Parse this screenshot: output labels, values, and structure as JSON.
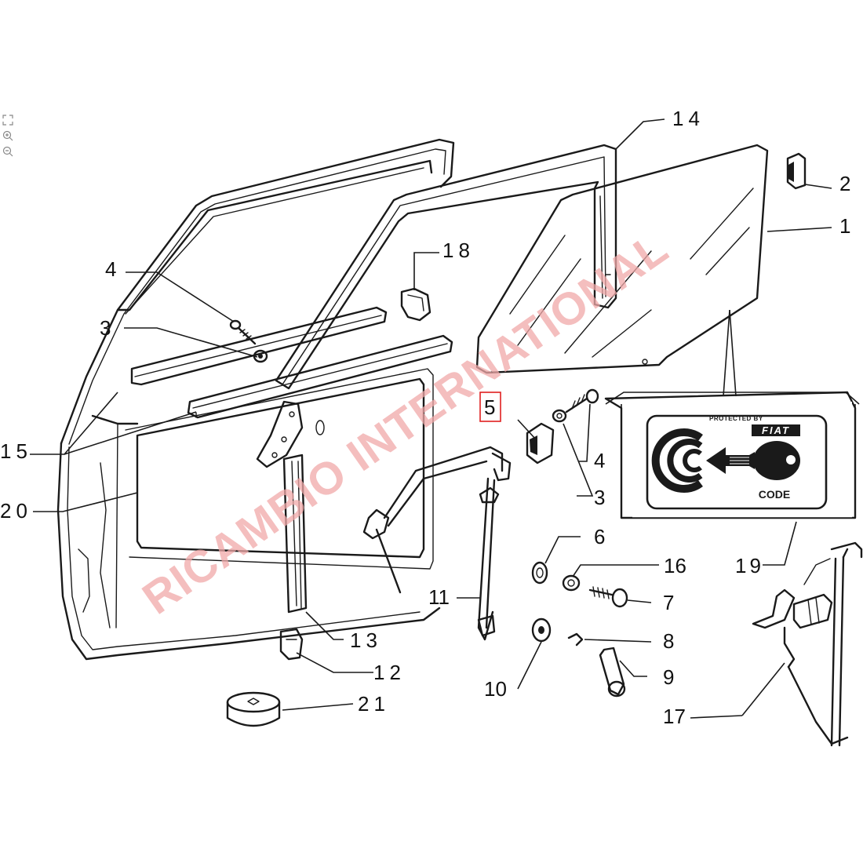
{
  "diagram": {
    "callouts": [
      {
        "id": "c1",
        "label": "1"
      },
      {
        "id": "c2",
        "label": "2"
      },
      {
        "id": "c3a",
        "label": "3"
      },
      {
        "id": "c3b",
        "label": "3"
      },
      {
        "id": "c4a",
        "label": "4"
      },
      {
        "id": "c4b",
        "label": "4"
      },
      {
        "id": "c5",
        "label": "5"
      },
      {
        "id": "c6",
        "label": "6"
      },
      {
        "id": "c7",
        "label": "7"
      },
      {
        "id": "c8",
        "label": "8"
      },
      {
        "id": "c9",
        "label": "9"
      },
      {
        "id": "c10",
        "label": "10"
      },
      {
        "id": "c11",
        "label": "11"
      },
      {
        "id": "c12",
        "label": "12"
      },
      {
        "id": "c13",
        "label": "13"
      },
      {
        "id": "c14",
        "label": "14"
      },
      {
        "id": "c15",
        "label": "15"
      },
      {
        "id": "c16",
        "label": "16"
      },
      {
        "id": "c17",
        "label": "17"
      },
      {
        "id": "c18",
        "label": "18"
      },
      {
        "id": "c19",
        "label": "19"
      },
      {
        "id": "c20",
        "label": "20"
      },
      {
        "id": "c21",
        "label": "21"
      }
    ],
    "highlighted_callout": "c5",
    "highlight_color": "#e02020",
    "code_sticker": {
      "protected_by": "PROTECTED BY",
      "brand": "FIAT",
      "code": "CODE"
    },
    "watermark": "RICAMBIO INTERNATIONAL",
    "watermark_color": "#f1a9a9"
  },
  "toolbar": {
    "icons": [
      "fullscreen-icon",
      "zoom-in-icon",
      "zoom-out-icon"
    ]
  }
}
